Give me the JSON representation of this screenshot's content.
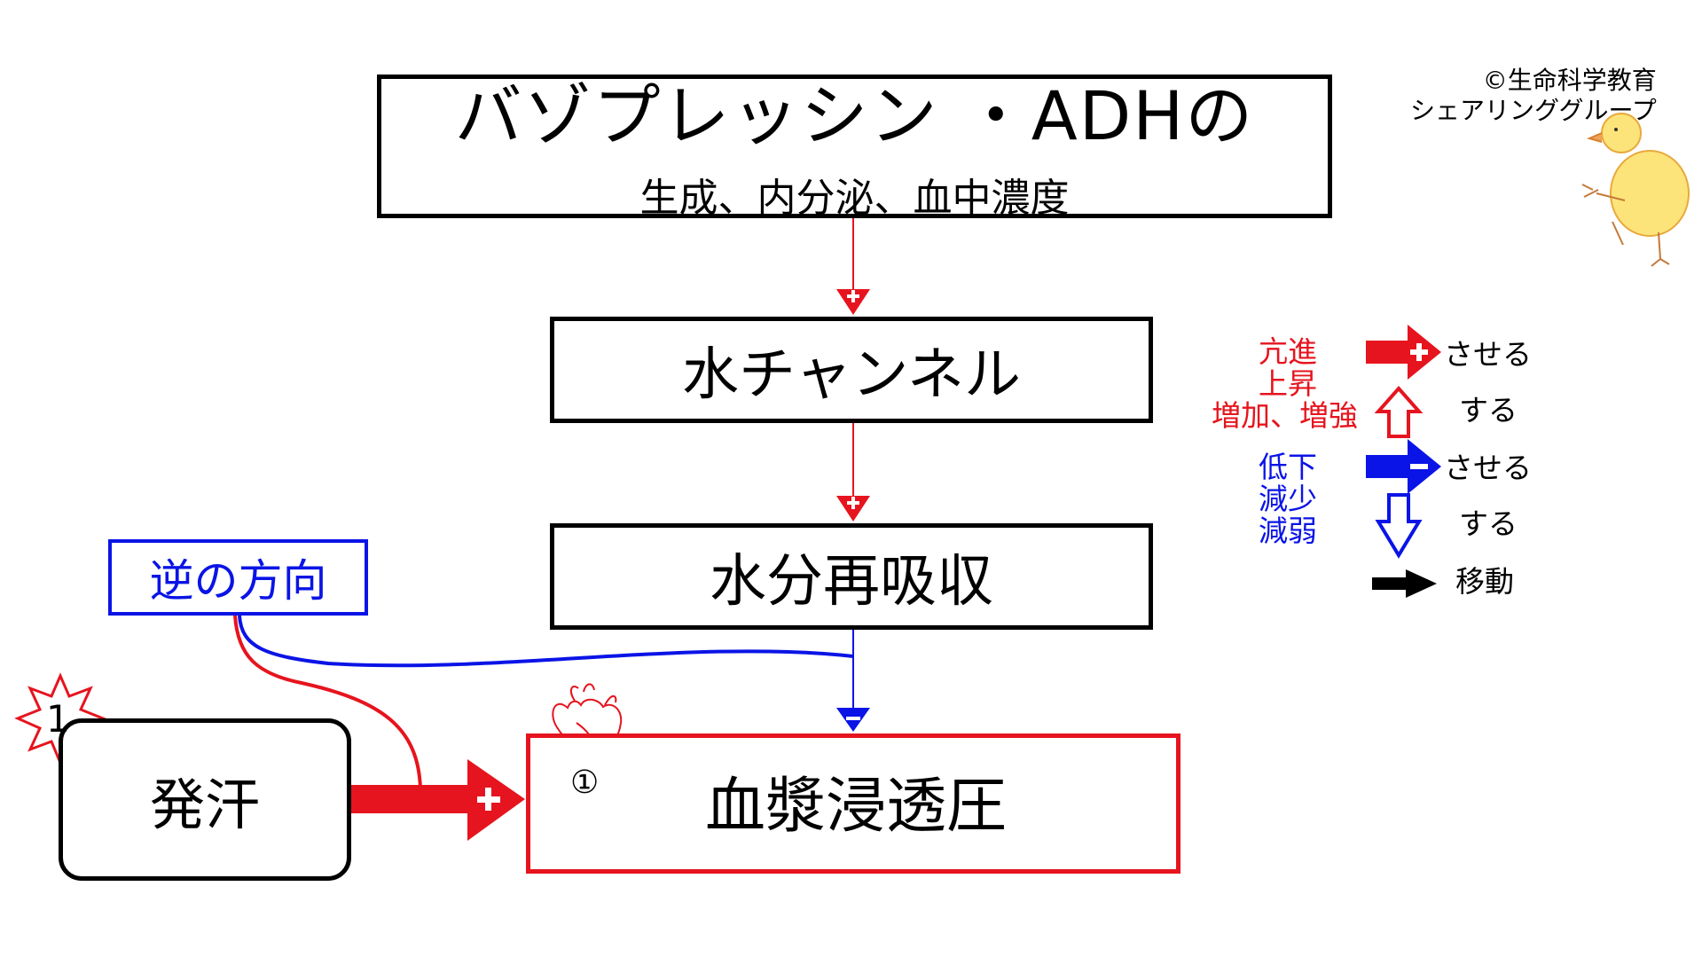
{
  "copyright": {
    "line1": "©生命科学教育",
    "line2": "シェアリンググループ"
  },
  "boxes": {
    "adh_title": "バゾプレッシン ・ADHの",
    "adh_subtitle": "生成、内分泌、血中濃度",
    "aquaporin": "水チャンネル",
    "reabsorption": "水分再吸収",
    "reverse": "逆の方向",
    "sweating": "発汗",
    "plasma": "血漿浸透圧",
    "circled_number": "①",
    "burst_number": "1"
  },
  "legend": {
    "hyper": "亢進",
    "rise": "上昇",
    "increase": "増加、増強",
    "decline": "低下",
    "decrease": "減少",
    "weaken": "減弱",
    "cause": "させる",
    "do": "する",
    "cause_2": "させる",
    "do_2": "する",
    "move": "移動"
  },
  "colors": {
    "positive": "#e6141e",
    "negative": "#0a14e6",
    "neutral": "#000000"
  },
  "icons": [
    "heart-icon",
    "explosion-burst-icon",
    "chick-illustration"
  ]
}
